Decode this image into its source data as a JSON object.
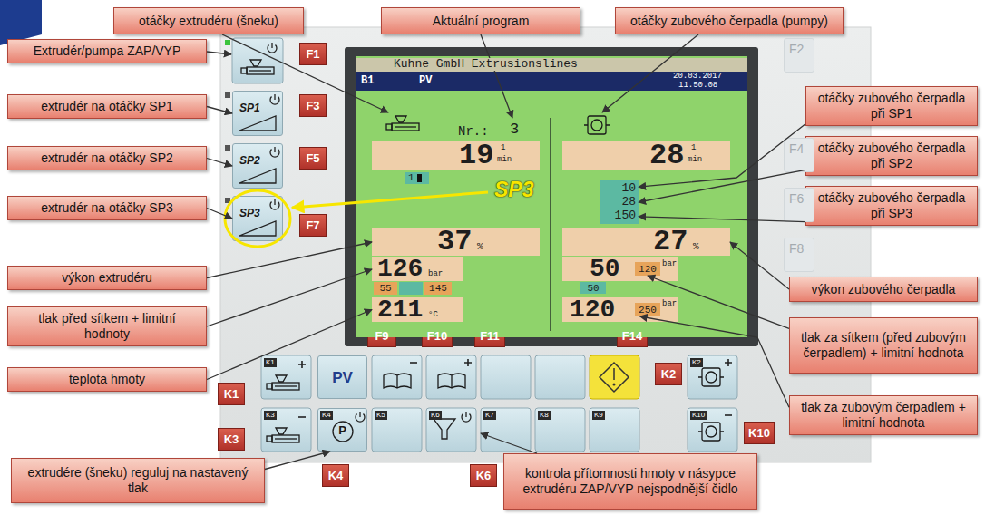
{
  "diagram": {
    "nodes": [
      {
        "text": [
          "otáčky extrudéru (šneku)"
        ]
      },
      {
        "text": [
          "Aktuální program"
        ]
      },
      {
        "text": [
          "otáčky zubového čerpadla (pumpy)"
        ]
      },
      {
        "text": [
          "Extrudér/pumpa ZAP/VYP"
        ]
      },
      {
        "text": [
          "extrudér na otáčky SP1"
        ]
      },
      {
        "text": [
          "extrudér na otáčky SP2"
        ]
      },
      {
        "text": [
          "extrudér na otáčky SP3"
        ]
      },
      {
        "text": [
          "výkon extrudéru"
        ]
      },
      {
        "text": [
          "tlak před sítkem + limitní hodnoty"
        ]
      },
      {
        "text": [
          "teplota hmoty"
        ]
      },
      {
        "text": [
          "extrudére (šneku) reguluj na nastavený tlak"
        ]
      },
      {
        "text": [
          "otáčky zubového čerpadla při SP1"
        ]
      },
      {
        "text": [
          "otáčky zubového čerpadla při SP2"
        ]
      },
      {
        "text": [
          "otáčky zubového čerpadla při SP3"
        ]
      },
      {
        "text": [
          "výkon zubového čerpadla"
        ]
      },
      {
        "text": [
          "tlak za sítkem (před zubovým čerpadlem) + limitní hodnota"
        ]
      },
      {
        "text": [
          "tlak za zubovým čerpadlem + limitní hodnota"
        ]
      },
      {
        "text": [
          "kontrola přítomnosti hmoty v násypce extrudéru ZAP/VYP nejspodnější čidlo"
        ]
      },
      {
        "text": [
          "SP1"
        ]
      },
      {
        "text": [
          "SP2"
        ]
      },
      {
        "text": [
          "SP3"
        ]
      },
      {
        "text": [
          "PV"
        ]
      },
      {
        "text": [
          "P"
        ]
      },
      {
        "text": [
          "F1"
        ]
      },
      {
        "text": [
          "F3"
        ]
      },
      {
        "text": [
          "F5"
        ]
      },
      {
        "text": [
          "F7"
        ]
      },
      {
        "text": [
          "F9"
        ]
      },
      {
        "text": [
          "F10"
        ]
      },
      {
        "text": [
          "F11"
        ]
      },
      {
        "text": [
          "F14"
        ]
      },
      {
        "text": [
          "K1"
        ]
      },
      {
        "text": [
          "K2"
        ]
      },
      {
        "text": [
          "K3"
        ]
      },
      {
        "text": [
          "K10"
        ]
      },
      {
        "text": [
          "K4"
        ]
      },
      {
        "text": [
          "K6"
        ]
      },
      {
        "text": [
          "Nr.:",
          "3"
        ]
      },
      {
        "text": [
          "Kuhne GmbH Extrusionslines",
          "B1",
          "PV",
          "20.03.2017",
          "11.50.08"
        ],
        "in": 37
      },
      {
        "text": [
          "19",
          "1",
          "min"
        ],
        "in": 37
      },
      {
        "text": [
          "1"
        ],
        "in": 37
      },
      {
        "text": [
          "28",
          "1",
          "min"
        ],
        "in": 37
      },
      {
        "text": [
          "10",
          "28",
          "150"
        ],
        "in": 37
      },
      {
        "text": [
          "37",
          "%"
        ],
        "in": 37
      },
      {
        "text": [
          "27",
          "%"
        ],
        "in": 37
      },
      {
        "text": [
          "126",
          "bar"
        ],
        "in": 37
      },
      {
        "text": [
          "55"
        ],
        "in": 37
      },
      {
        "text": [
          "145"
        ],
        "in": 37
      },
      {
        "text": [
          "211",
          "°C"
        ],
        "in": 37
      },
      {
        "text": [
          "50",
          "bar"
        ],
        "in": 37
      },
      {
        "text": [
          "120"
        ],
        "in": 49
      },
      {
        "text": [
          "50"
        ],
        "in": 37
      },
      {
        "text": [
          "120",
          "bar"
        ],
        "in": 37
      },
      {
        "text": [
          "250"
        ],
        "in": 52
      },
      {
        "text": [
          "F2"
        ]
      },
      {
        "text": [
          "F4"
        ]
      },
      {
        "text": [
          "F6"
        ]
      },
      {
        "text": [
          "F8"
        ]
      }
    ],
    "edges": [
      {
        "from": 4,
        "to": 18,
        "arrow": "to"
      },
      {
        "from": 5,
        "to": 19,
        "arrow": "to"
      },
      {
        "from": 6,
        "to": 20,
        "arrow": "to"
      },
      {
        "from": 7,
        "to": 43,
        "arrow": "to"
      },
      {
        "from": 8,
        "to": 45,
        "arrow": "to"
      },
      {
        "from": 9,
        "to": 48,
        "arrow": "to"
      },
      {
        "from": 10,
        "to": 22,
        "arrow": "to"
      },
      {
        "from": 11,
        "to": 42,
        "arrow": "to"
      },
      {
        "from": 12,
        "to": 42,
        "arrow": "to"
      },
      {
        "from": 13,
        "to": 42,
        "arrow": "to"
      },
      {
        "from": 14,
        "to": 44,
        "arrow": "to"
      },
      {
        "from": 15,
        "to": 50,
        "arrow": "to"
      },
      {
        "from": 16,
        "to": 53,
        "arrow": "to"
      }
    ],
    "labels": [
      "SP3",
      "K1",
      "K2",
      "K3",
      "K4",
      "K5",
      "K6",
      "K7",
      "K8",
      "K9",
      "K10"
    ]
  }
}
